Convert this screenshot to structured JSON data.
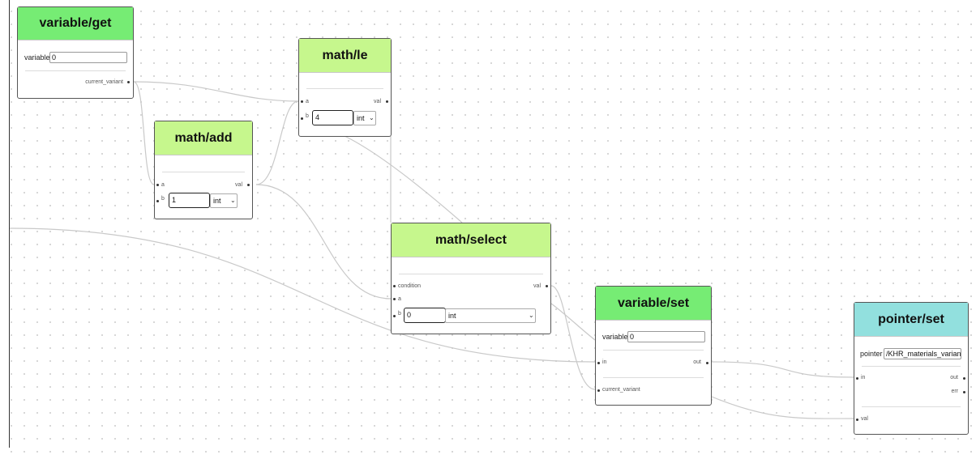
{
  "nodes": {
    "variable_get": {
      "title": "variable/get",
      "variable_label": "variable",
      "variable_value": "0",
      "out_current_variant": "current_variant"
    },
    "math_le": {
      "title": "math/le",
      "in_a": "a",
      "in_b": "b",
      "out_val": "val",
      "b_value": "4",
      "b_type": "int"
    },
    "math_add": {
      "title": "math/add",
      "in_a": "a",
      "in_b": "b",
      "out_val": "val",
      "b_value": "1",
      "b_type": "int"
    },
    "math_select": {
      "title": "math/select",
      "in_condition": "condition",
      "in_a": "a",
      "in_b": "b",
      "out_val": "val",
      "b_value": "0",
      "b_type": "int"
    },
    "variable_set": {
      "title": "variable/set",
      "variable_label": "variable",
      "variable_value": "0",
      "in_in": "in",
      "out_out": "out",
      "in_current_variant": "current_variant"
    },
    "pointer_set": {
      "title": "pointer/set",
      "pointer_label": "pointer",
      "pointer_value": "/KHR_materials_variants",
      "in_in": "in",
      "out_out": "out",
      "out_err": "err",
      "in_val": "val"
    }
  },
  "icons": {
    "dropdown": "chevron-down-icon",
    "port": "socket-dot"
  }
}
